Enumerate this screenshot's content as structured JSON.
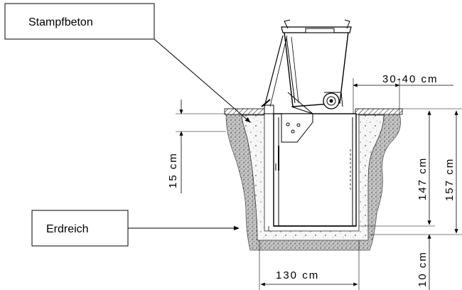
{
  "labels": {
    "stampfbeton": "Stampfbeton",
    "erdreich": "Erdreich"
  },
  "dimensions": {
    "side_gap": "30-40 cm",
    "concrete_depth": "15 cm",
    "inner_depth": "147 cm",
    "total_depth": "157 cm",
    "floor_thickness": "10 cm",
    "width": "130 cm"
  },
  "colors": {
    "line": "#000000",
    "soil": "#bdbdbd",
    "concrete": "#f2f2f2",
    "background": "#ffffff"
  }
}
